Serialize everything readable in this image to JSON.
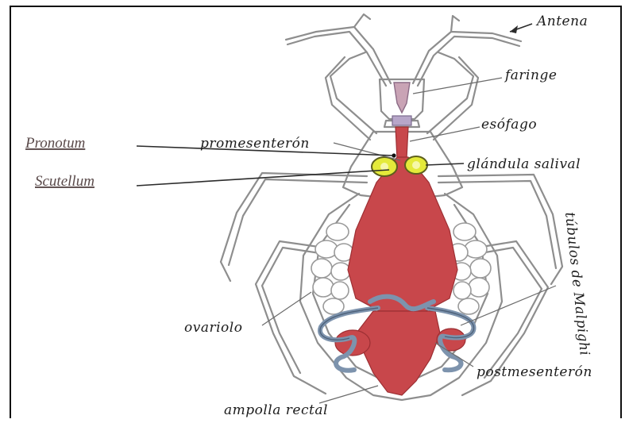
{
  "labels": {
    "antena": "Antena",
    "faringe": "faringe",
    "esofago": "esófago",
    "promesenteron": "promesenterón",
    "pronotum": "Pronotum",
    "glandula_salival": "glándula salival",
    "scutellum": "Scutellum",
    "tubulos_malpighi": "túbulos de Malpighi",
    "ovariolo": "ovariolo",
    "postmesenteron": "postmesenterón",
    "ampolla_rectal": "ampolla rectal"
  },
  "colors": {
    "gut": "#c8474b",
    "glands": "#e4ea3a",
    "tubules": "#7d93ad",
    "outline": "#8e8e8e"
  }
}
